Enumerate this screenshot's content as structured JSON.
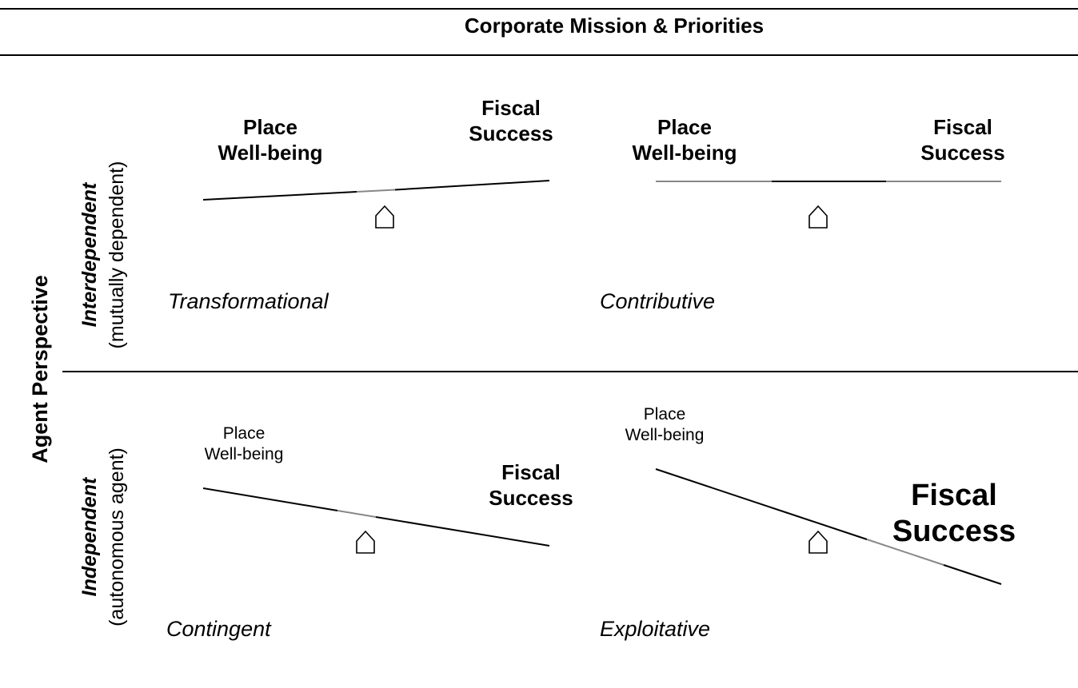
{
  "header": {
    "title": "Corporate Mission & Priorities"
  },
  "axes": {
    "y_axis_title": "Agent Perspective",
    "upper_row": {
      "label_bold": "Interdependent",
      "label_sub": "(mutually dependent)"
    },
    "lower_row": {
      "label_bold": "Independent",
      "label_sub": "(autonomous agent)"
    }
  },
  "quadrants": {
    "top_left": {
      "name": "Transformational",
      "left_label": "Place Well-being",
      "left_l1": "Place",
      "left_l2": "Well-being",
      "right_l1": "Fiscal",
      "right_l2": "Success"
    },
    "top_right": {
      "name": "Contributive",
      "left_l1": "Place",
      "left_l2": "Well-being",
      "right_l1": "Fiscal",
      "right_l2": "Success"
    },
    "bottom_left": {
      "name": "Contingent",
      "left_l1": "Place",
      "left_l2": "Well-being",
      "right_l1": "Fiscal",
      "right_l2": "Success"
    },
    "bottom_right": {
      "name": "Exploitative",
      "left_l1": "Place",
      "left_l2": "Well-being",
      "right_l1": "Fiscal",
      "right_l2": "Success"
    }
  },
  "colors": {
    "line": "#000000",
    "fulcrum_segment": "#888888",
    "background": "#ffffff"
  },
  "icons": {
    "fulcrum": "fulcrum-icon"
  }
}
